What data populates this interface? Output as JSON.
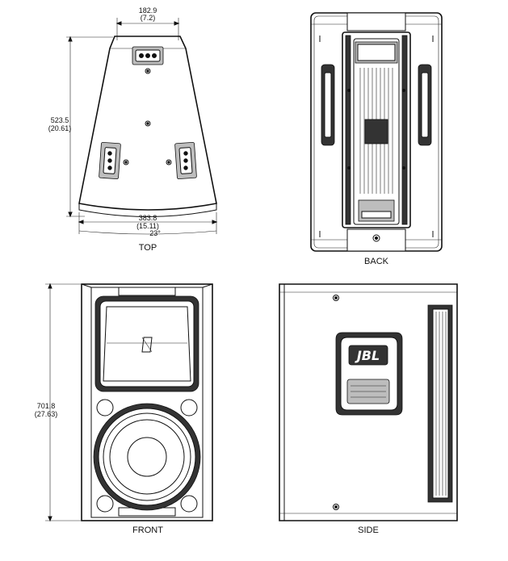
{
  "views": {
    "top": {
      "label": "TOP"
    },
    "back": {
      "label": "BACK"
    },
    "front": {
      "label": "FRONT"
    },
    "side": {
      "label": "SIDE"
    }
  },
  "dimensions": {
    "top_width": {
      "mm": "182.9",
      "in": "(7.2)"
    },
    "top_depth": {
      "mm": "523.5",
      "in": "(20.61)"
    },
    "bottom_width": {
      "mm": "383.8",
      "in": "(15.11)"
    },
    "angle": "23°",
    "front_height": {
      "mm": "701.8",
      "in": "(27.63)"
    }
  },
  "logo": {
    "text": "JBL"
  }
}
